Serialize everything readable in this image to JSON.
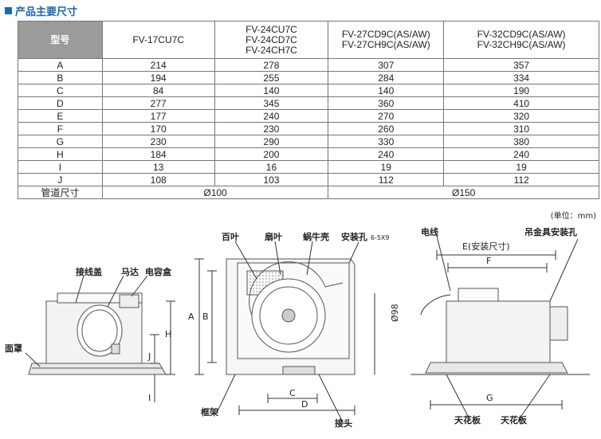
{
  "section_title": "产品主要尺寸",
  "table": {
    "header": [
      "型号",
      "FV-17CU7C",
      "FV-24CU7C\nFV-24CD7C\nFV-24CH7C",
      "FV-27CD9C(AS/AW)\nFV-27CH9C(AS/AW)",
      "FV-32CD9C(AS/AW)\nFV-32CH9C(AS/AW)"
    ],
    "rows": [
      [
        "A",
        "214",
        "278",
        "307",
        "357"
      ],
      [
        "B",
        "194",
        "255",
        "284",
        "334"
      ],
      [
        "C",
        "84",
        "140",
        "140",
        "190"
      ],
      [
        "D",
        "277",
        "345",
        "360",
        "410"
      ],
      [
        "E",
        "177",
        "240",
        "270",
        "320"
      ],
      [
        "F",
        "170",
        "230",
        "260",
        "310"
      ],
      [
        "G",
        "230",
        "290",
        "330",
        "380"
      ],
      [
        "H",
        "184",
        "200",
        "240",
        "240"
      ],
      [
        "I",
        "13",
        "16",
        "19",
        "19"
      ],
      [
        "J",
        "108",
        "103",
        "112",
        "112"
      ]
    ],
    "duct_label": "管道尺寸",
    "duct_small": "Ø100",
    "duct_large": "Ø150"
  },
  "unit_note": "(单位：mm)",
  "diagram_labels": {
    "jiexian": "接线盖",
    "mada": "马达",
    "dianrong": "电容盒",
    "mianzhao": "面罩",
    "baiye": "百叶",
    "shanye": "扇叶",
    "woniu": "蜗牛壳",
    "anzhuang": "安装孔",
    "anzhuang_size": "6-5X9",
    "kuangjia": "框架",
    "jietou": "接头",
    "dianxian": "电线",
    "diaojin": "吊金具安装孔",
    "e_label": "E(安装尺寸)",
    "tianhua1": "天花板",
    "tianhua2": "天花板",
    "dim_a": "A",
    "dim_b": "B",
    "dim_c": "C",
    "dim_d": "D",
    "dim_f": "F",
    "dim_g": "G",
    "dim_h": "H",
    "dim_i": "I",
    "dim_j": "J",
    "dim_d98": "Ø98"
  }
}
